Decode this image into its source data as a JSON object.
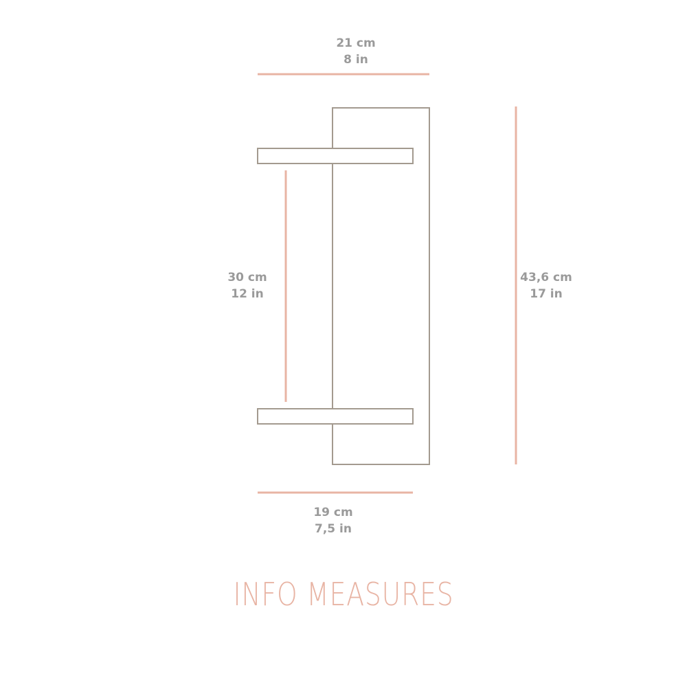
{
  "dimensions": {
    "top_width": {
      "metric": "21 cm",
      "imperial": "8 in"
    },
    "height": {
      "metric": "43,6 cm",
      "imperial": "17 in"
    },
    "arm_spacing": {
      "metric": "30 cm",
      "imperial": "12 in"
    },
    "arm_length": {
      "metric": "19 cm",
      "imperial": "7,5 in"
    }
  },
  "title": "INFO MEASURES",
  "colors": {
    "outline": "#a39a8f",
    "dimension_line": "#e8b4a4",
    "label": "#9a9a9a",
    "title": "#e8b4a4"
  }
}
